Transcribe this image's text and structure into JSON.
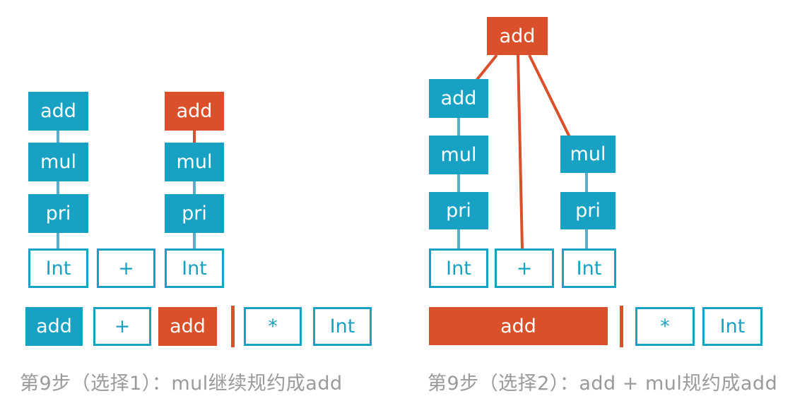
{
  "colors": {
    "teal": "#17A2C4",
    "teal_light": "#5BAEC9",
    "orange": "#D9502B",
    "caption_gray": "#9A9A9A",
    "box_text_white": "#FFFFFF"
  },
  "left": {
    "caption": "第9步（选择1）：mul继续规约成add",
    "tree": {
      "col1": [
        "add",
        "mul",
        "pri",
        "Int"
      ],
      "plus": "+",
      "col2": [
        "add",
        "mul",
        "pri",
        "Int"
      ]
    },
    "stack": {
      "items": [
        "add",
        "+",
        "add"
      ]
    },
    "input": {
      "items": [
        "*",
        "Int"
      ]
    }
  },
  "right": {
    "caption": "第9步（选择2）：add + mul规约成add",
    "tree": {
      "root": "add",
      "col1": [
        "add",
        "mul",
        "pri",
        "Int"
      ],
      "plus": "+",
      "col2": [
        "mul",
        "pri",
        "Int"
      ]
    },
    "stack": {
      "items": [
        "add"
      ]
    },
    "input": {
      "items": [
        "*",
        "Int"
      ]
    }
  }
}
